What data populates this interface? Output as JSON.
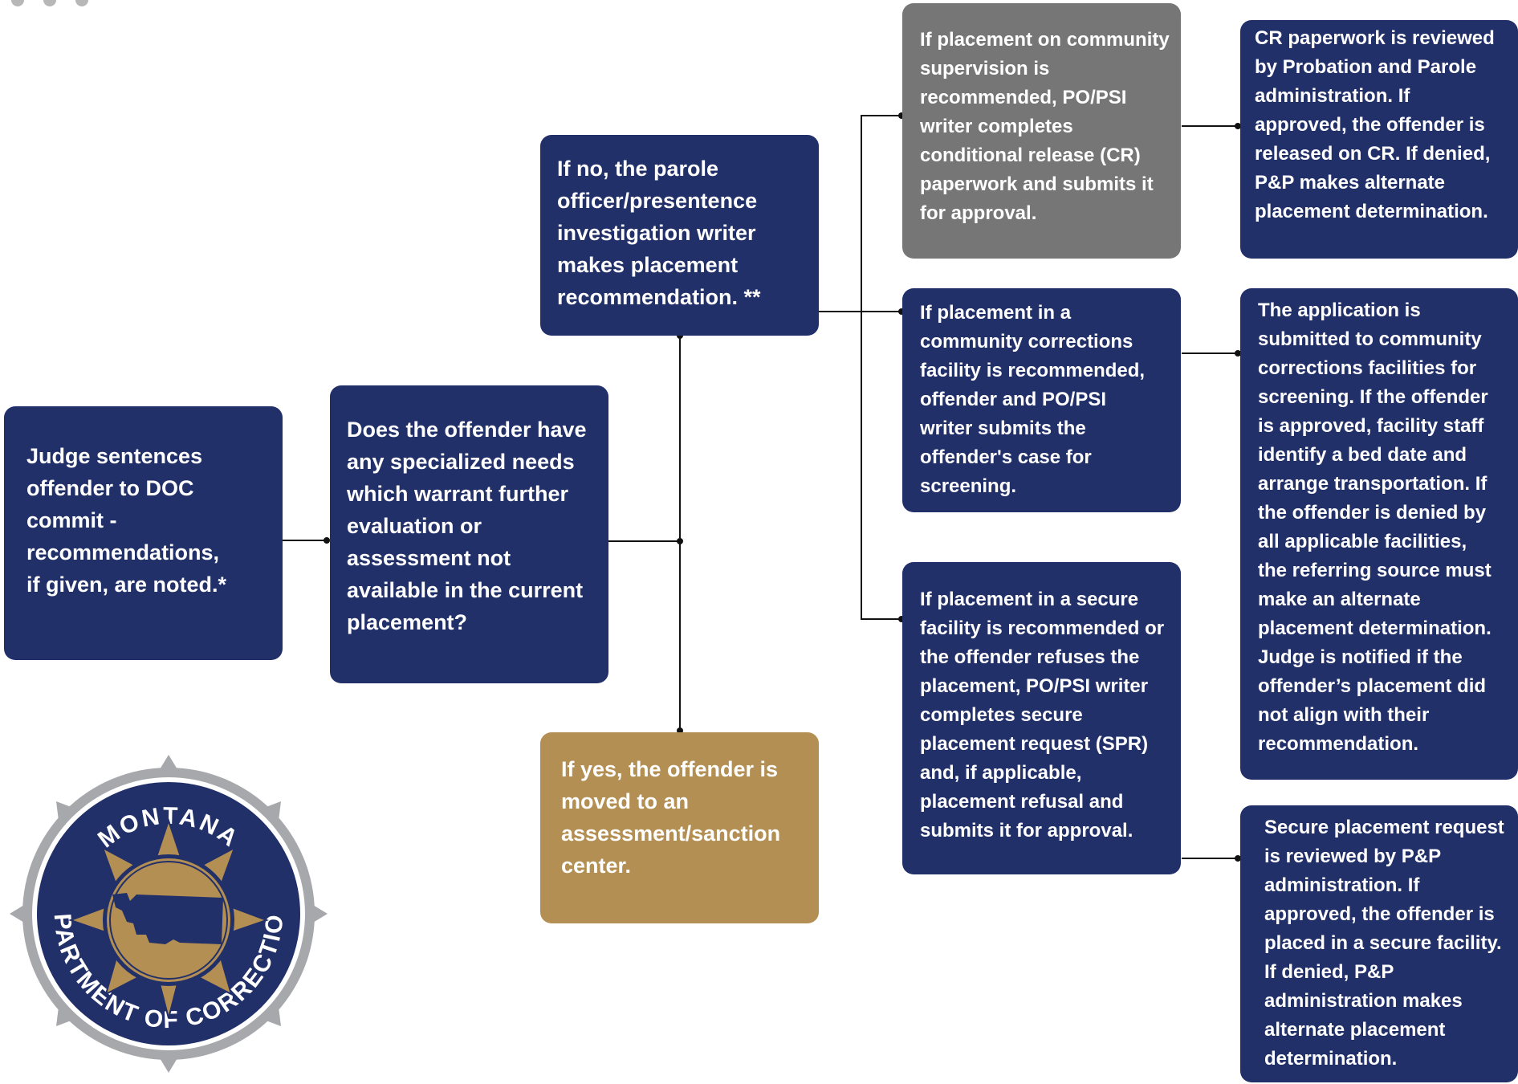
{
  "window_controls": [
    "dot",
    "dot",
    "dot"
  ],
  "colors": {
    "navy": "#22306a",
    "gray": "#767676",
    "gold": "#b48f53",
    "connector": "#111111",
    "seal_ring": "#a7a8ac"
  },
  "flow": {
    "judge": "Judge sentences\noffender to DOC\ncommit -\nrecommendations,\nif given, are noted.*",
    "specialized_needs": "Does the offender have\nany specialized needs\nwhich warrant further\nevaluation or\nassessment not\navailable in the current\nplacement?",
    "if_no": " If no, the parole\nofficer/presentence\ninvestigation writer\nmakes placement\nrecommendation. **",
    "if_yes": "If  yes, the offender is\nmoved to an\nassessment/sanction\ncenter.",
    "community_supervision": "If placement on community\nsupervision is\nrecommended, PO/PSI\nwriter completes\nconditional release (CR)\npaperwork and submits it\nfor approval.",
    "community_corrections": "If placement in a\ncommunity corrections\nfacility is recommended,\noffender and PO/PSI\nwriter submits the\noffender's case for\nscreening.",
    "secure_facility": "If placement in a secure\nfacility is recommended or\nthe offender refuses the\nplacement, PO/PSI writer\ncompletes secure\nplacement request (SPR)\nand, if applicable,\nplacement refusal and\nsubmits it for approval.",
    "cr_review": "CR paperwork is reviewed\nby Probation and Parole\nadministration. If\napproved, the offender is\nreleased on CR. If denied,\nP&P makes alternate\nplacement determination.",
    "application_screening": "The application is\nsubmitted to community\ncorrections facilities for\nscreening. If the offender\nis approved, facility staff\nidentify a bed date and\narrange transportation. If\nthe offender is denied by\nall applicable facilities,\nthe referring source must\nmake an alternate\nplacement determination.\nJudge is notified if the\noffender’s placement did\nnot align with their\nrecommendation.",
    "spr_review": "Secure placement request\nis reviewed by P&P\nadministration. If\napproved, the offender is\nplaced in a secure facility.\nIf denied, P&P\nadministration makes\nalternate placement\ndetermination."
  },
  "seal": {
    "top_text": "MONTANA",
    "bottom_text": "DEPARTMENT OF CORRECTIONS"
  }
}
